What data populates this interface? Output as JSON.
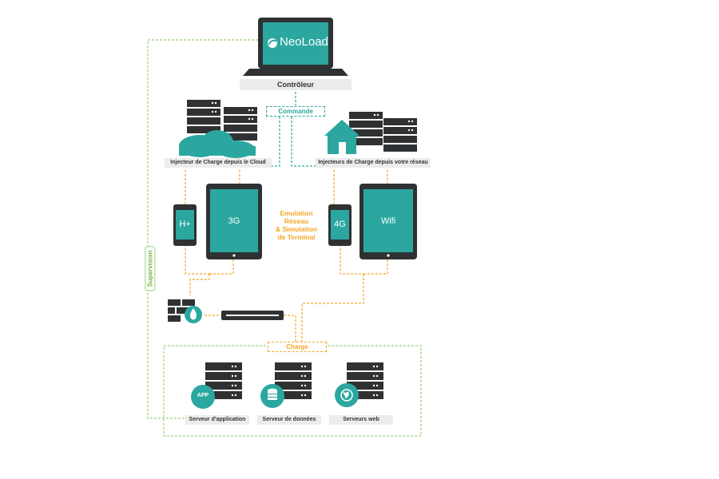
{
  "controller": {
    "logo_text": "NeoLoad",
    "label": "Contrôleur"
  },
  "links": {
    "commande": "Commande",
    "charge": "Charge",
    "supervision": "Supervision"
  },
  "injectors": {
    "cloud_label": "Injecteur de Charge depuis le Cloud",
    "network_label": "Injecteurs de Charge depuis votre réseau"
  },
  "devices": {
    "phone_left": "H+",
    "tablet_left": "3G",
    "phone_right": "4G",
    "tablet_right": "Wifi"
  },
  "emulation": {
    "line1": "Emulation",
    "line2": "Réseau",
    "line3": "& Simulation",
    "line4": "de Terminal"
  },
  "servers": {
    "app_badge": "APP",
    "app_label": "Serveur d'application",
    "db_label": "Serveur de données",
    "web_label": "Serveurs web"
  },
  "colors": {
    "teal": "#2ba7a0",
    "dark": "#333333",
    "orange": "#f5a623",
    "green": "#7ab648",
    "grey": "#ececec"
  }
}
